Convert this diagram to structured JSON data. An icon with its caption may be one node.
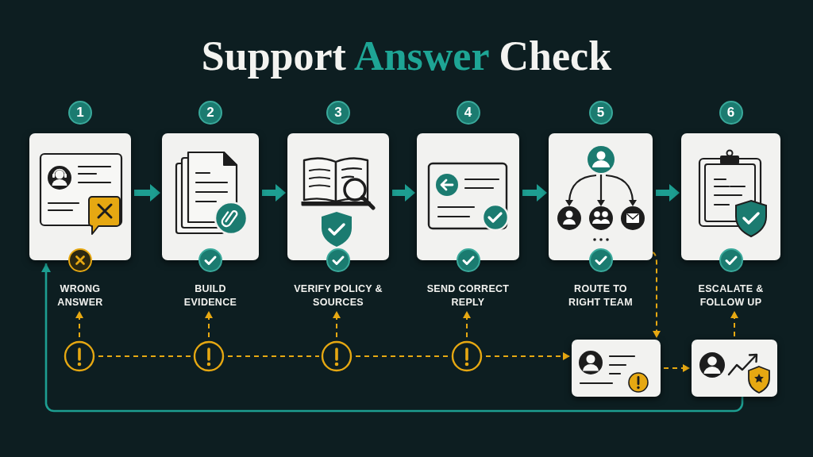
{
  "diagram": {
    "title": "Support Answer Check",
    "nodes": [
      {
        "text": [
          "WRONG ANSWER"
        ],
        "beside": [
          "1"
        ]
      },
      {
        "text": [
          "BUILD EVIDENCE"
        ],
        "beside": [
          "2"
        ]
      },
      {
        "text": [
          "VERIFY POLICY & SOURCES"
        ],
        "beside": [
          "3"
        ]
      },
      {
        "text": [
          "SEND CORRECT REPLY"
        ],
        "beside": [
          "4"
        ]
      },
      {
        "text": [
          "ROUTE TO RIGHT TEAM"
        ],
        "beside": [
          "5"
        ]
      },
      {
        "text": [
          "ESCALATE & FOLLOW UP"
        ],
        "beside": [
          "6"
        ]
      },
      {
        "text": [],
        "shape": "circle"
      },
      {
        "text": [],
        "shape": "circle"
      },
      {
        "text": [],
        "shape": "circle"
      },
      {
        "text": [],
        "shape": "circle"
      },
      {
        "text": [],
        "shape": "box"
      },
      {
        "text": [],
        "shape": "box"
      }
    ],
    "edges": [
      {
        "from": 0,
        "to": 1,
        "arrow": "to",
        "style": "thick",
        "color": "#1d9e91"
      },
      {
        "from": 1,
        "to": 2,
        "arrow": "to",
        "style": "thick",
        "color": "#1d9e91"
      },
      {
        "from": 2,
        "to": 3,
        "arrow": "to",
        "style": "thick",
        "color": "#1d9e91"
      },
      {
        "from": 3,
        "to": 4,
        "arrow": "to",
        "style": "thick",
        "color": "#1d9e91"
      },
      {
        "from": 4,
        "to": 5,
        "arrow": "to",
        "style": "thick",
        "color": "#1d9e91"
      },
      {
        "from": 6,
        "to": 0,
        "arrow": "to",
        "style": "dashed"
      },
      {
        "from": 7,
        "to": 1,
        "arrow": "to",
        "style": "dashed"
      },
      {
        "from": 8,
        "to": 2,
        "arrow": "to",
        "style": "dashed"
      },
      {
        "from": 9,
        "to": 3,
        "arrow": "to",
        "style": "dashed"
      },
      {
        "from": 6,
        "to": 7,
        "arrow": "none",
        "style": "dashed"
      },
      {
        "from": 7,
        "to": 8,
        "arrow": "none",
        "style": "dashed"
      },
      {
        "from": 8,
        "to": 9,
        "arrow": "none",
        "style": "dashed"
      },
      {
        "from": 9,
        "to": 10,
        "arrow": "to",
        "style": "dashed"
      },
      {
        "from": 4,
        "to": 10,
        "arrow": "to",
        "style": "dashed"
      },
      {
        "from": 10,
        "to": 11,
        "arrow": "to",
        "style": "dashed"
      },
      {
        "from": 11,
        "to": 5,
        "arrow": "to",
        "style": "dashed"
      },
      {
        "from": 11,
        "to": 0,
        "arrow": "to",
        "color": "#1d9e91"
      }
    ]
  }
}
